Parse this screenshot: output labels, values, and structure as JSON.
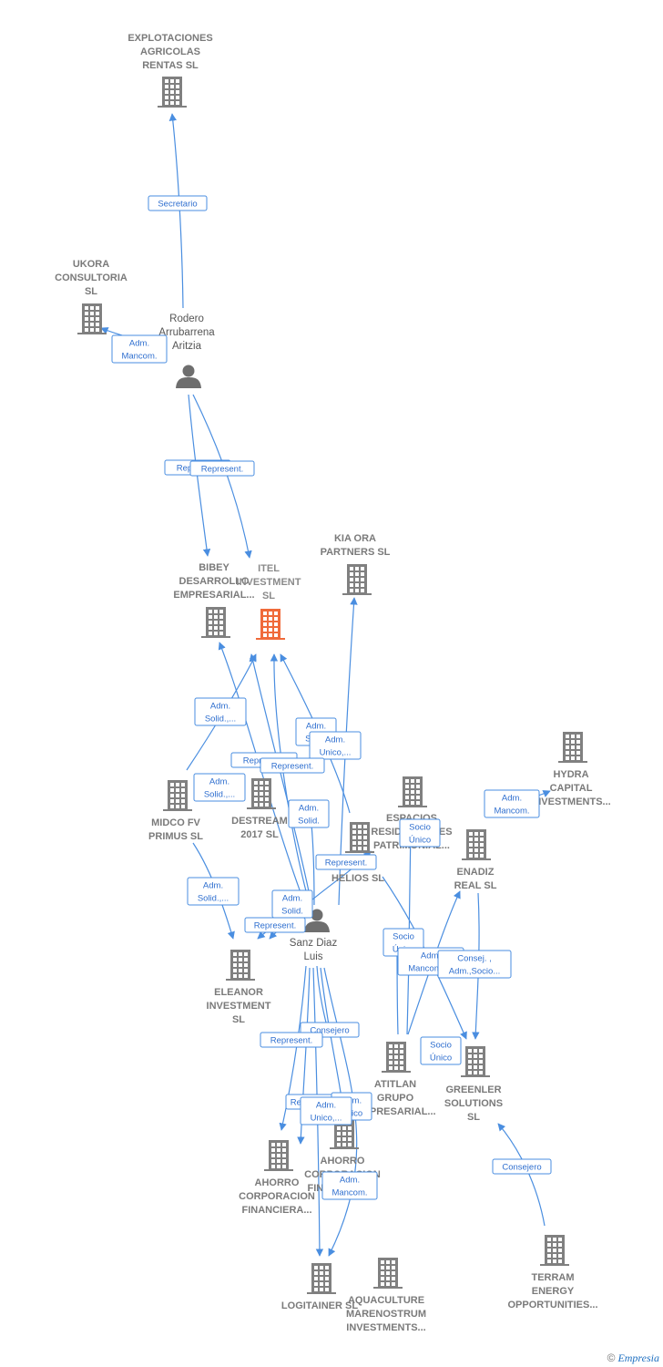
{
  "colors": {
    "edge": "#4a8ee0",
    "building": "#808080",
    "building_main": "#f06a3a",
    "person": "#6e6e6e",
    "label_border": "#4a8ee0"
  },
  "nodes": [
    {
      "id": "explotaciones",
      "type": "company",
      "label": [
        "EXPLOTACIONES",
        "AGRICOLAS",
        "RENTAS  SL"
      ]
    },
    {
      "id": "ukora",
      "type": "company",
      "label": [
        "UKORA",
        "CONSULTORIA",
        "SL"
      ]
    },
    {
      "id": "rodero",
      "type": "person",
      "label": [
        "Rodero",
        "Arrubarrena",
        "Aritzia"
      ]
    },
    {
      "id": "kiaora",
      "type": "company",
      "label": [
        "KIA ORA",
        "PARTNERS  SL"
      ]
    },
    {
      "id": "bibey",
      "type": "company",
      "label": [
        "BIBEY",
        "DESARROLLO",
        "EMPRESARIAL..."
      ]
    },
    {
      "id": "itel",
      "type": "company-main",
      "label": [
        "ITEL",
        "INVESTMENT",
        "SL"
      ]
    },
    {
      "id": "hydra",
      "type": "company",
      "label": [
        "HYDRA",
        "CAPITAL",
        "INVESTMENTS..."
      ]
    },
    {
      "id": "midco",
      "type": "company",
      "label": [
        "MIDCO FV",
        "PRIMUS  SL"
      ]
    },
    {
      "id": "destream",
      "type": "company",
      "label": [
        "DESTREAM",
        "2017  SL"
      ]
    },
    {
      "id": "espacios",
      "type": "company",
      "label": [
        "ESPACIOS",
        "RESIDENCIALES",
        "PATRIMONIAL..."
      ]
    },
    {
      "id": "helios",
      "type": "company",
      "label": [
        "HELIOS  SL"
      ]
    },
    {
      "id": "enadiz",
      "type": "company",
      "label": [
        "ENADIZ",
        "REAL  SL"
      ]
    },
    {
      "id": "sanz",
      "type": "person",
      "label": [
        "Sanz Diaz",
        "Luis"
      ]
    },
    {
      "id": "eleanor",
      "type": "company",
      "label": [
        "ELEANOR",
        "INVESTMENT",
        "SL"
      ]
    },
    {
      "id": "atitlan",
      "type": "company",
      "label": [
        "ATITLAN",
        "GRUPO",
        "EMPRESARIAL..."
      ]
    },
    {
      "id": "greenler",
      "type": "company",
      "label": [
        "GREENLER",
        "SOLUTIONS",
        "SL"
      ]
    },
    {
      "id": "ahorro1",
      "type": "company",
      "label": [
        "AHORRO",
        "CORPORACION",
        "FINANCIERA..."
      ]
    },
    {
      "id": "ahorro2",
      "type": "company",
      "label": [
        "AHORRO",
        "CORPORACION",
        "FINANCIERA..."
      ]
    },
    {
      "id": "terram",
      "type": "company",
      "label": [
        "TERRAM",
        "ENERGY",
        "OPPORTUNITIES..."
      ]
    },
    {
      "id": "logitainer",
      "type": "company",
      "label": [
        "LOGITAINER  SL"
      ]
    },
    {
      "id": "aquaculture",
      "type": "company",
      "label": [
        "AQUACULTURE",
        "MARENOSTRUM",
        "INVESTMENTS..."
      ]
    }
  ],
  "edges": [
    {
      "label": [
        "Secretario"
      ]
    },
    {
      "label": [
        "Adm.",
        "Mancom."
      ]
    },
    {
      "label": [
        "Represent."
      ]
    },
    {
      "label": [
        "Represent."
      ]
    },
    {
      "label": [
        "Adm.",
        "Solid.,..."
      ]
    },
    {
      "label": [
        "Adm.",
        "Solid."
      ]
    },
    {
      "label": [
        "Adm.",
        "Unico,..."
      ]
    },
    {
      "label": [
        "Represent."
      ]
    },
    {
      "label": [
        "Represent."
      ]
    },
    {
      "label": [
        "Adm.",
        "Solid.,..."
      ]
    },
    {
      "label": [
        "Adm.",
        "Solid."
      ]
    },
    {
      "label": [
        "Adm.",
        "Mancom."
      ]
    },
    {
      "label": [
        "Socio",
        "Único"
      ]
    },
    {
      "label": [
        "Represent."
      ]
    },
    {
      "label": [
        "Adm.",
        "Solid.,..."
      ]
    },
    {
      "label": [
        "Adm.",
        "Solid."
      ]
    },
    {
      "label": [
        "Represent."
      ]
    },
    {
      "label": [
        "Socio",
        "Único"
      ]
    },
    {
      "label": [
        "Adm.",
        "Mancom.,..."
      ]
    },
    {
      "label": [
        "Consej. ,",
        "Adm.,Socio..."
      ]
    },
    {
      "label": [
        "Socio",
        "Único"
      ]
    },
    {
      "label": [
        "Consejero"
      ]
    },
    {
      "label": [
        "Represent."
      ]
    },
    {
      "label": [
        "Represent."
      ]
    },
    {
      "label": [
        "Adm.",
        "Unico"
      ]
    },
    {
      "label": [
        "Adm.",
        "Unico,..."
      ]
    },
    {
      "label": [
        "Adm.",
        "Mancom."
      ]
    },
    {
      "label": [
        "Consejero"
      ]
    }
  ],
  "watermark": {
    "copyright": "©",
    "brand": "Empresia"
  }
}
